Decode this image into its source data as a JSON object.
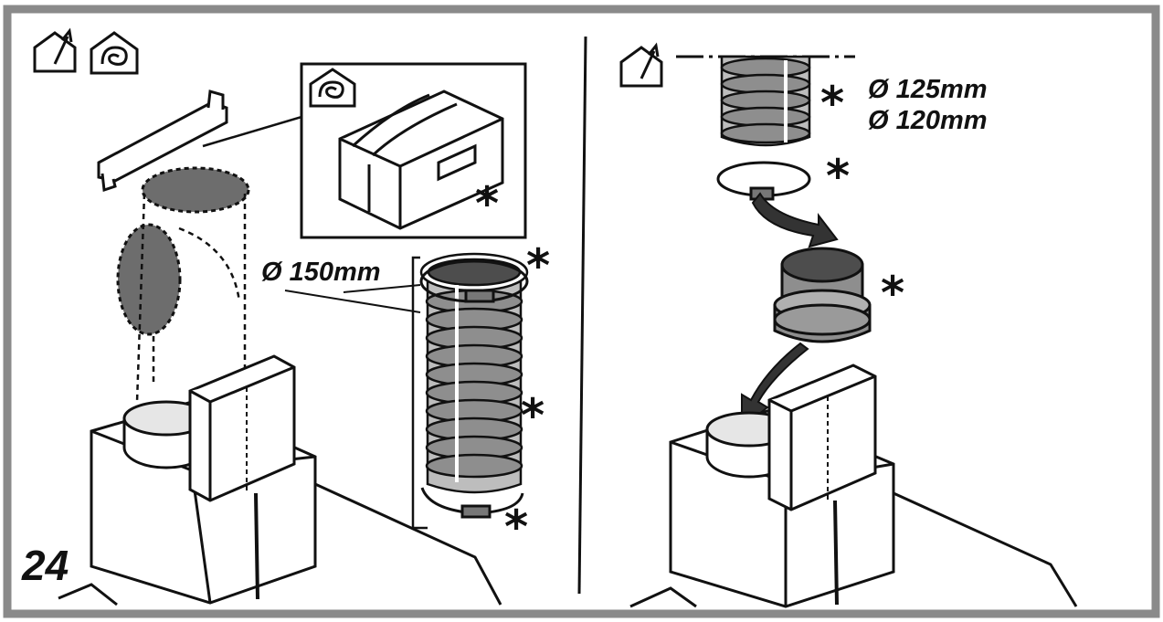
{
  "figure_number": "24",
  "left_panel": {
    "duct_diameter": "Ø 150mm",
    "symbols": [
      "house-exhaust-icon",
      "house-recirculation-icon"
    ]
  },
  "right_panel": {
    "duct_diameters": [
      "Ø 125mm",
      "Ø 120mm"
    ],
    "symbols": [
      "house-exhaust-icon"
    ]
  },
  "optional_marker": "*",
  "colors": {
    "line": "#111111",
    "fill_grey": "#6d6d6d",
    "light_grey": "#bdbdbd",
    "frame": "#8a8a8a"
  }
}
